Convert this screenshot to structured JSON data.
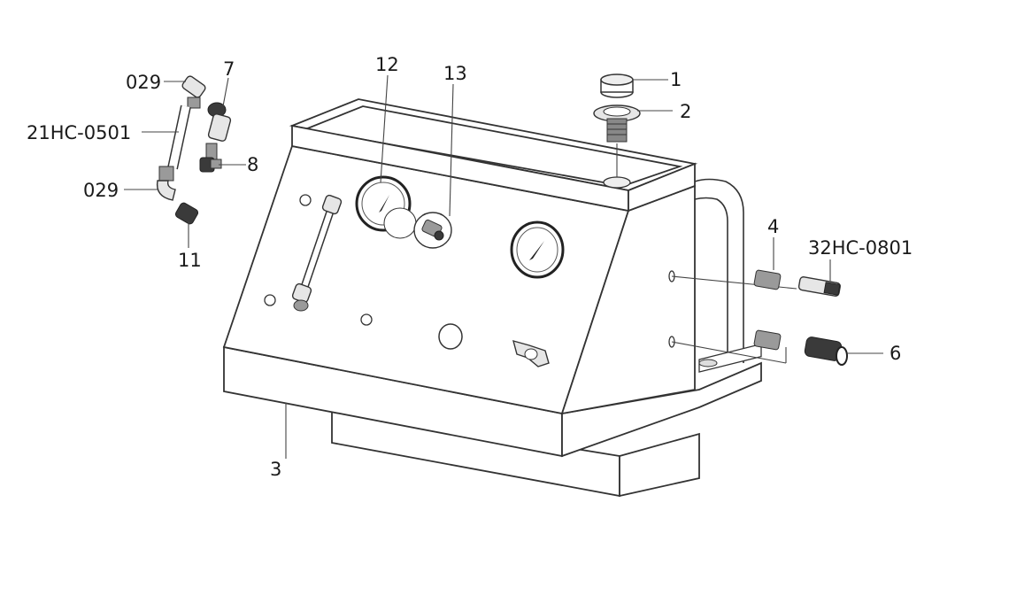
{
  "callouts": {
    "c1": "1",
    "c2": "2",
    "c3": "3",
    "c4": "4",
    "c6": "6",
    "c7": "7",
    "c8": "8",
    "c11": "11",
    "c12": "12",
    "c13": "13",
    "c029_top": "029",
    "c029_bottom": "029",
    "c21HC": "21HC-0501",
    "c32HC": "32HC-0801"
  }
}
